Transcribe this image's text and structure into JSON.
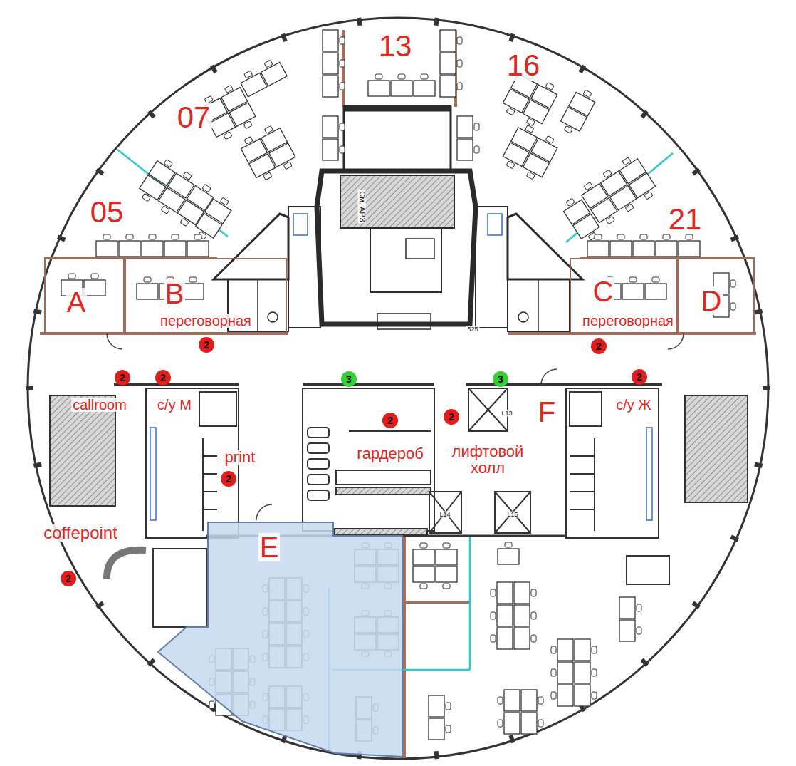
{
  "diagram": {
    "nodes": [
      {
        "text": [
          "A"
        ]
      },
      {
        "text": [
          "B",
          "переговорная"
        ]
      },
      {
        "text": [
          "C",
          "переговорная"
        ]
      },
      {
        "text": [
          "D"
        ]
      },
      {
        "text": [
          "E"
        ]
      }
    ],
    "labels": [
      "13",
      "16",
      "07",
      "05",
      "21",
      "См. АР.3",
      "525",
      "2",
      "2",
      "2",
      "2",
      "callroom",
      "c/у М",
      "3",
      "3",
      "2",
      "F",
      "c/у Ж",
      "L13",
      "2",
      "2",
      "print",
      "2",
      "гардероб",
      "лифтовой холл",
      "L14",
      "L15",
      "coffepoint",
      "2"
    ]
  }
}
